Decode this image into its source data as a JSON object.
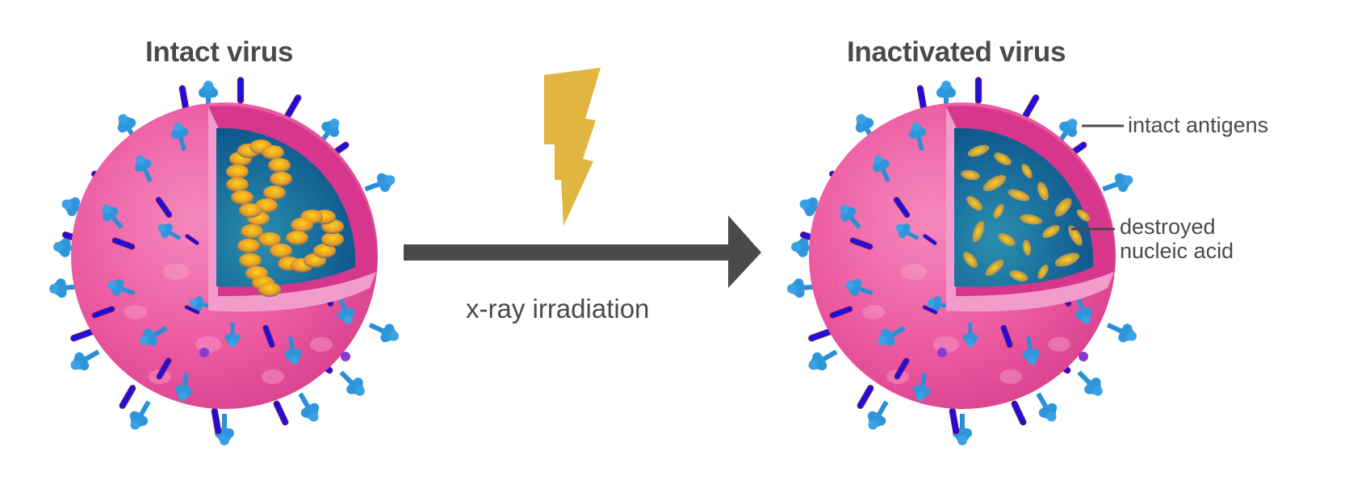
{
  "figure": {
    "left_panel": {
      "title": "Intact virus"
    },
    "right_panel": {
      "title": "Inactivated virus",
      "callouts": [
        {
          "label": "intact antigens"
        },
        {
          "label_line1": "destroyed",
          "label_line2": "nucleic acid"
        }
      ]
    },
    "process": {
      "label": "x-ray irradiation",
      "icon": "lightning-bolt-icon",
      "arrow": "right-arrow"
    },
    "colors": {
      "text": "#4a4a4c",
      "envelope": "#ec5aa0",
      "envelope_rim": "#d8358a",
      "core": "#1a6a9a",
      "antigen": "#2f96dc",
      "spike": "#1a10e0",
      "rna": "#f0b020",
      "lightning": "#e0b640",
      "arrow": "#4a4a4c"
    }
  }
}
